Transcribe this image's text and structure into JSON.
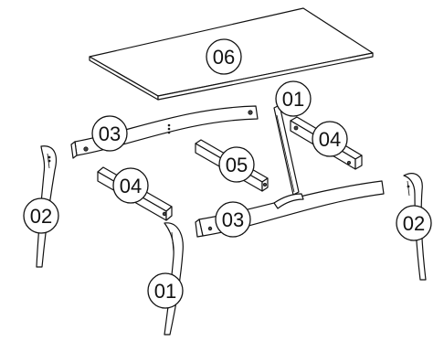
{
  "labels": {
    "tabletop": "06",
    "rail_long_back": "03",
    "rail_long_front": "03",
    "rail_short_left": "04",
    "rail_short_right": "04",
    "center_stretcher": "05",
    "leg_back_right": "01",
    "leg_front_center": "01",
    "leg_left": "02",
    "leg_right": "02"
  }
}
